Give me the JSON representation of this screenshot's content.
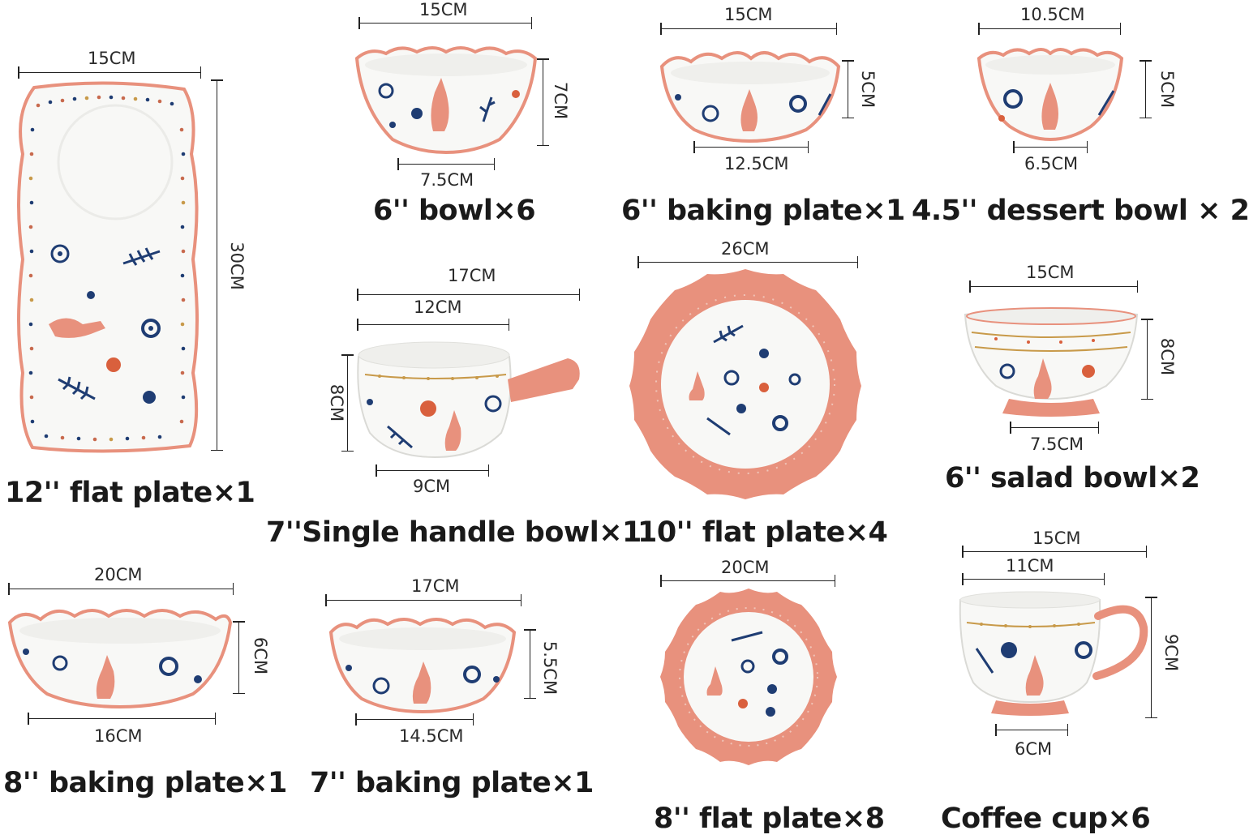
{
  "colors": {
    "accent": "#e8917d",
    "accent_dark": "#d9735e",
    "navy": "#1f3d73",
    "rust": "#d9603d",
    "gold": "#c89a4a",
    "glaze": "#f7f7f5"
  },
  "items": {
    "flat_plate_12": {
      "label": "12'' flat plate×1",
      "width": "15CM",
      "height": "30CM"
    },
    "bowl_6": {
      "label": "6'' bowl×6",
      "width": "15CM",
      "height": "7CM",
      "base": "7.5CM"
    },
    "baking_plate_6": {
      "label": "6'' baking plate×1",
      "width": "15CM",
      "height": "5CM",
      "base": "12.5CM"
    },
    "dessert_bowl_45": {
      "label": "4.5'' dessert bowl × 2",
      "width": "10.5CM",
      "height": "5CM",
      "base": "6.5CM"
    },
    "handle_bowl_7": {
      "label": "7''Single handle bowl×1",
      "width": "17CM",
      "inner": "12CM",
      "height": "8CM",
      "base": "9CM"
    },
    "flat_plate_10": {
      "label": "10'' flat plate×4",
      "width": "26CM"
    },
    "salad_bowl_6": {
      "label": "6'' salad bowl×2",
      "width": "15CM",
      "height": "8CM",
      "base": "7.5CM"
    },
    "baking_plate_8": {
      "label": "8'' baking plate×1",
      "width": "20CM",
      "height": "6CM",
      "base": "16CM"
    },
    "baking_plate_7": {
      "label": "7'' baking plate×1",
      "width": "17CM",
      "height": "5.5CM",
      "base": "14.5CM"
    },
    "flat_plate_8": {
      "label": "8'' flat plate×8",
      "width": "20CM"
    },
    "coffee_cup": {
      "label": "Coffee cup×6",
      "width": "15CM",
      "inner": "11CM",
      "height": "9CM",
      "base": "6CM"
    }
  }
}
